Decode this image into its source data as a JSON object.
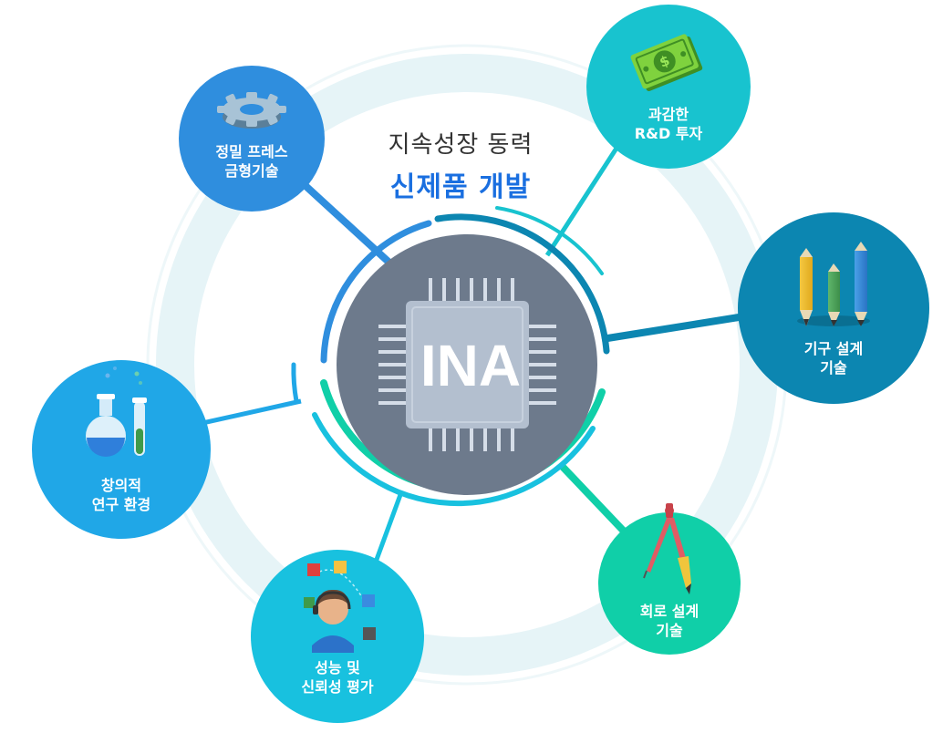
{
  "heading": {
    "line1": "지속성장 동력",
    "line2": "신제품 개발"
  },
  "center": {
    "label": "INA",
    "icon": "chip-icon"
  },
  "colors": {
    "ring_light": "#e6f4f7",
    "chip_circle": "#6d7a8c",
    "chip_body": "#b3bfcf",
    "accent_blue": "#1a6fe0"
  },
  "nodes": [
    {
      "id": "press-mold",
      "icon": "gear-icon",
      "line1": "정밀 프레스",
      "line2": "금형기술",
      "color": "#2f8ede"
    },
    {
      "id": "rnd-invest",
      "icon": "money-icon",
      "line1": "과감한",
      "line2": "R&D 투자",
      "color": "#18c3cf"
    },
    {
      "id": "tool-design",
      "icon": "pencils-icon",
      "line1": "기구 설계",
      "line2": "기술",
      "color": "#0c86b1"
    },
    {
      "id": "circuit-design",
      "icon": "compass-icon",
      "line1": "회로 설계",
      "line2": "기술",
      "color": "#10cfa8"
    },
    {
      "id": "reliability",
      "icon": "engineer-icon",
      "line1": "성능 및",
      "line2": "신뢰성 평가",
      "color": "#18c1df"
    },
    {
      "id": "research-env",
      "icon": "flask-icon",
      "line1": "창의적",
      "line2": "연구 환경",
      "color": "#20a7e7"
    }
  ]
}
